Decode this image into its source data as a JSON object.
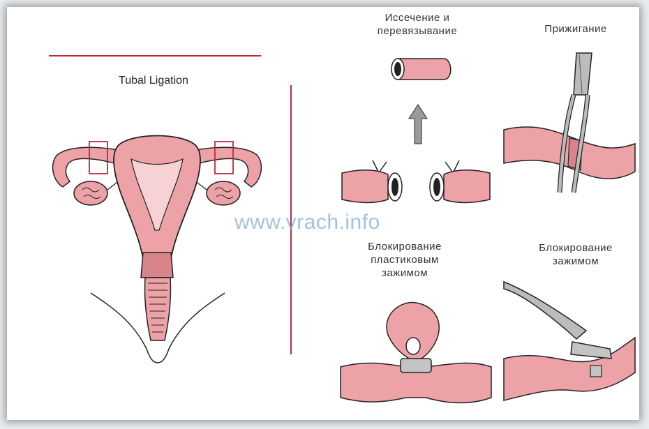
{
  "diagram": {
    "title": "Tubal Ligation",
    "watermark": "www.vrach.info",
    "methods": {
      "cut_and_tie": "Иссечение и\nперевязывание",
      "cauterization": "Прижигание",
      "plastic_clip": "Блокирование\nпластиковым\nзажимом",
      "clamp": "Блокирование\nзажимом"
    },
    "colors": {
      "tissue": "#eda2a7",
      "tissue_dark": "#d9838a",
      "outline": "#222222",
      "accent": "#c0283a",
      "watermark": "#8fb9dc"
    }
  }
}
